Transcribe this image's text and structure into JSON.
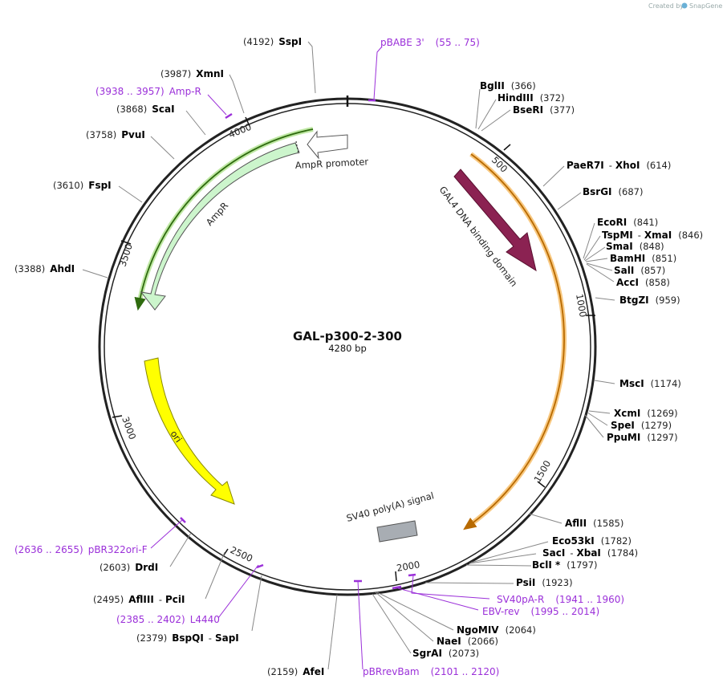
{
  "credit": {
    "prefix": "Created by",
    "brand": "SnapGene"
  },
  "plasmid": {
    "name": "GAL-p300-2-300",
    "length_label": "4280 bp",
    "length": 4280
  },
  "ticks": [
    {
      "label": "500",
      "pos": 500
    },
    {
      "label": "1000",
      "pos": 1000
    },
    {
      "label": "1500",
      "pos": 1500
    },
    {
      "label": "2000",
      "pos": 2000
    },
    {
      "label": "2500",
      "pos": 2500
    },
    {
      "label": "3000",
      "pos": 3000
    },
    {
      "label": "3500",
      "pos": 3500
    },
    {
      "label": "4000",
      "pos": 4000
    }
  ],
  "features": [
    {
      "name": "GAL4 DNA binding domain",
      "color": "#8b2252"
    },
    {
      "name": "AmpR",
      "color": "#ccf5cc"
    },
    {
      "name": "AmpR promoter",
      "color": "#ffffff"
    },
    {
      "name": "ori",
      "color": "#ffff00"
    },
    {
      "name": "SV40 poly(A) signal",
      "color": "#a8adb3"
    }
  ],
  "enzymes": [
    {
      "pos": "(4192)",
      "name": "SspI"
    },
    {
      "pos": "(3987)",
      "name": "XmnI"
    },
    {
      "pos": "(3868)",
      "name": "ScaI"
    },
    {
      "pos": "(3758)",
      "name": "PvuI"
    },
    {
      "pos": "(3610)",
      "name": "FspI"
    },
    {
      "pos": "(3388)",
      "name": "AhdI"
    },
    {
      "pos": "(2603)",
      "name": "DrdI"
    },
    {
      "pos": "(2495)",
      "name": "AflIII",
      "name2": "PciI"
    },
    {
      "pos": "(2379)",
      "name": "BspQI",
      "name2": "SapI"
    },
    {
      "pos": "(2159)",
      "name": "AfeI"
    },
    {
      "name": "BglII",
      "pos": "(366)"
    },
    {
      "name": "HindIII",
      "pos": "(372)"
    },
    {
      "name": "BseRI",
      "pos": "(377)"
    },
    {
      "name": "PaeR7I",
      "name2": "XhoI",
      "pos": "(614)"
    },
    {
      "name": "BsrGI",
      "pos": "(687)"
    },
    {
      "name": "EcoRI",
      "pos": "(841)"
    },
    {
      "name": "TspMI",
      "name2": "XmaI",
      "pos": "(846)"
    },
    {
      "name": "SmaI",
      "pos": "(848)"
    },
    {
      "name": "BamHI",
      "pos": "(851)"
    },
    {
      "name": "SalI",
      "pos": "(857)"
    },
    {
      "name": "AccI",
      "pos": "(858)"
    },
    {
      "name": "BtgZI",
      "pos": "(959)"
    },
    {
      "name": "MscI",
      "pos": "(1174)"
    },
    {
      "name": "XcmI",
      "pos": "(1269)"
    },
    {
      "name": "SpeI",
      "pos": "(1279)"
    },
    {
      "name": "PpuMI",
      "pos": "(1297)"
    },
    {
      "name": "AflII",
      "pos": "(1585)"
    },
    {
      "name": "Eco53kI",
      "pos": "(1782)"
    },
    {
      "name": "SacI",
      "name2": "XbaI",
      "pos": "(1784)"
    },
    {
      "name": "BclI *",
      "pos": "(1797)"
    },
    {
      "name": "PsiI",
      "pos": "(1923)"
    },
    {
      "name": "NgoMIV",
      "pos": "(2064)"
    },
    {
      "name": "NaeI",
      "pos": "(2066)"
    },
    {
      "name": "SgrAI",
      "pos": "(2073)"
    }
  ],
  "primers": [
    {
      "name": "pBABE 3'",
      "range": "(55 .. 75)"
    },
    {
      "name": "Amp-R",
      "range": "(3938 .. 3957)"
    },
    {
      "name": "pBR322ori-F",
      "range": "(2636 .. 2655)"
    },
    {
      "name": "L4440",
      "range": "(2385 .. 2402)"
    },
    {
      "name": "pBRrevBam",
      "range": "(2101 .. 2120)"
    },
    {
      "name": "SV40pA-R",
      "range": "(1941 .. 1960)"
    },
    {
      "name": "EBV-rev",
      "range": "(1995 .. 2014)"
    }
  ],
  "colors": {
    "primer": "#9b30d9",
    "backbone": "#222222",
    "orf": "#f5a623",
    "ampr_orf": "#2f6b0f"
  }
}
